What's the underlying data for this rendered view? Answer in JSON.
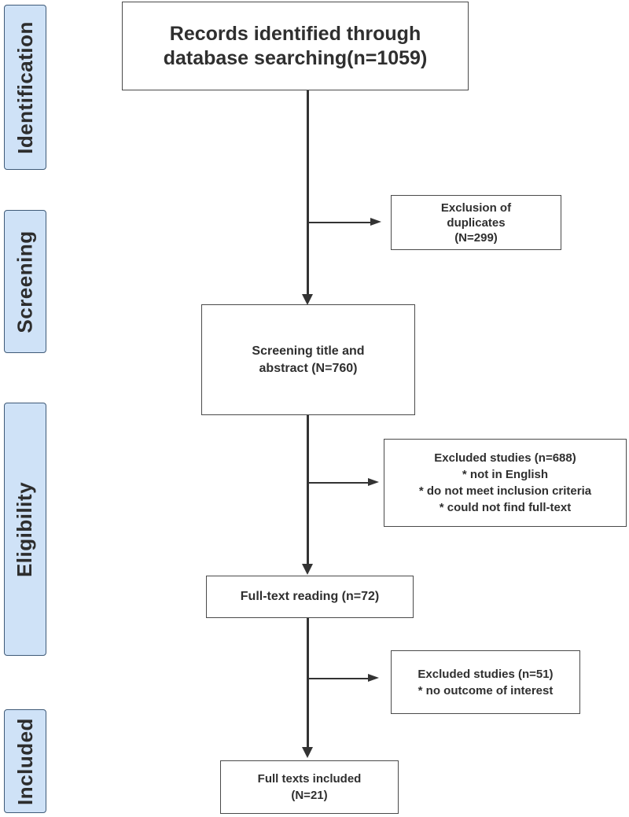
{
  "stages": {
    "identification": "Identification",
    "screening": "Screening",
    "eligibility": "Eligibility",
    "included": "Included"
  },
  "boxes": {
    "records": [
      "Records identified through",
      "database searching(n=1059)"
    ],
    "duplicates": [
      "Exclusion of",
      "duplicates",
      "(N=299)"
    ],
    "screening": [
      "Screening title and",
      "abstract (N=760)"
    ],
    "excluded1": [
      "Excluded studies (n=688)",
      "* not in English",
      "* do not meet inclusion criteria",
      "* could not find full-text"
    ],
    "fulltext": [
      "Full-text reading (n=72)"
    ],
    "excluded2": [
      "Excluded studies (n=51)",
      "* no outcome of interest"
    ],
    "included": [
      "Full texts included",
      "(N=21)"
    ]
  }
}
